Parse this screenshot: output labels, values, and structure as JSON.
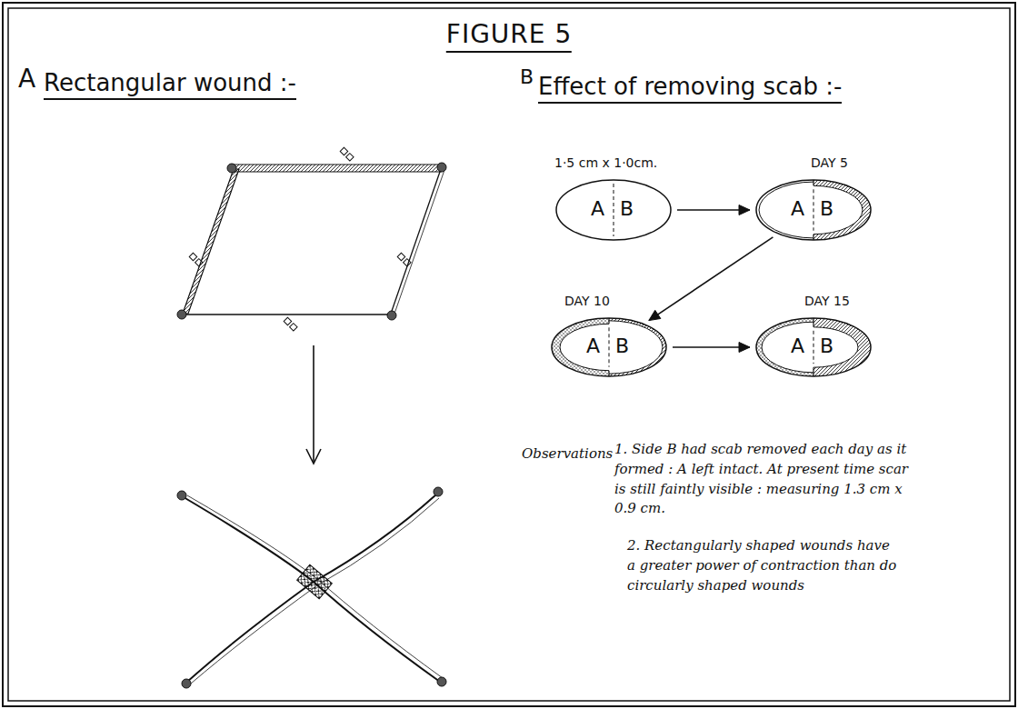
{
  "diagram": {
    "title": "FIGURE 5",
    "nodes": [
      {
        "text": [
          "1·5 cm x 1·0cm.",
          "A",
          "B"
        ]
      },
      {
        "text": [
          "DAY 5",
          "A",
          "B"
        ]
      },
      {
        "text": [
          "DAY 10",
          "A",
          "B"
        ]
      },
      {
        "text": [
          "DAY 15",
          "A",
          "B"
        ]
      }
    ],
    "edges": [
      {
        "from": 0,
        "to": 1,
        "arrow": "to"
      },
      {
        "from": 1,
        "to": 2,
        "arrow": "to"
      },
      {
        "from": 2,
        "to": 3,
        "arrow": "to"
      }
    ],
    "labels": [
      "A",
      "Rectangular wound :-",
      "B",
      "Effect of removing scab :-",
      "Observations",
      "1. Side B had scab removed each day as it formed : A left intact. At present time scar is still faintly visible : measuring 1.3 cm x 0.9 cm.",
      "2. Rectangularly shaped wounds have a greater power of contraction than do circularly shaped wounds"
    ]
  }
}
